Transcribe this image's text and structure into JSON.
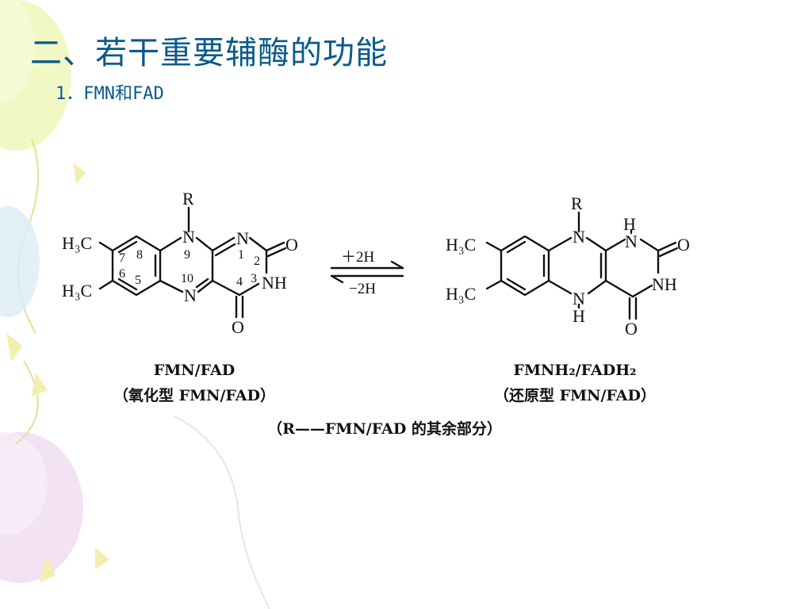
{
  "slide": {
    "title": "二、若干重要辅酶的功能",
    "subtitle": "1．FMN和FAD"
  },
  "reaction": {
    "forward_label": "＋2H",
    "reverse_label": "−2H"
  },
  "oxidized": {
    "r_label": "R",
    "ch3_top": "H₃C",
    "ch3_bottom": "H₃C",
    "n_atom": "N",
    "o_atom": "O",
    "nh_label": "NH",
    "numbers": [
      "7",
      "8",
      "6",
      "5",
      "9",
      "10",
      "1",
      "2",
      "4",
      "3"
    ],
    "caption_name": "FMN/FAD",
    "caption_type": "（氧化型 FMN/FAD）"
  },
  "reduced": {
    "r_label": "R",
    "ch3_top": "H₃C",
    "ch3_bottom": "H₃C",
    "n_atom": "N",
    "h_atom": "H",
    "o_atom": "O",
    "nh_label": "NH",
    "caption_name": "FMNH₂/FADH₂",
    "caption_type": "（还原型 FMN/FAD）"
  },
  "note": "（R——FMN/FAD 的其余部分）"
}
